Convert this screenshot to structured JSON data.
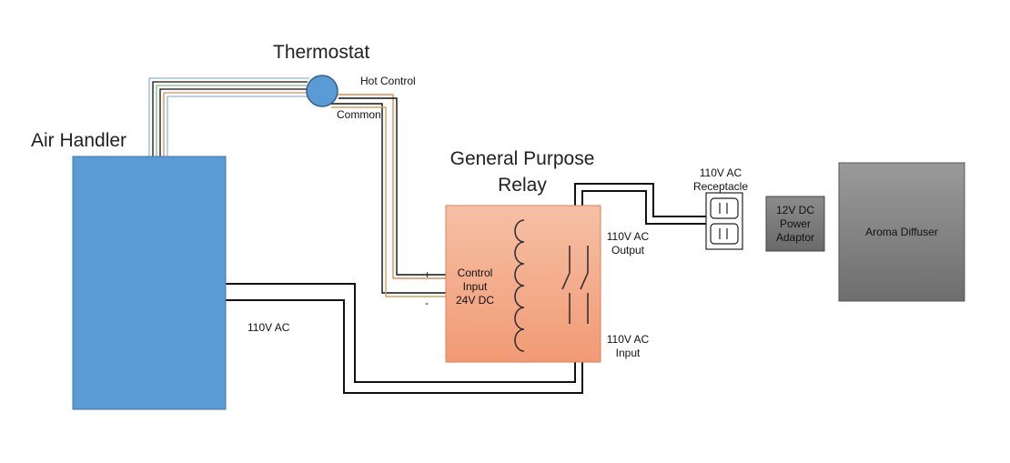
{
  "labels": {
    "thermostat": "Thermostat",
    "hot_control": "Hot Control",
    "common": "Common",
    "air_handler": "Air Handler",
    "relay_title_1": "General Purpose",
    "relay_title_2": "Relay",
    "control_input_1": "Control",
    "control_input_2": "Input",
    "control_input_3": "24V DC",
    "plus": "+",
    "minus": "-",
    "ac_output_1": "110V AC",
    "ac_output_2": "Output",
    "ac_input_1": "110V AC",
    "ac_input_2": "Input",
    "ac_left": "110V AC",
    "receptacle_1": "110V AC",
    "receptacle_2": "Receptacle",
    "adaptor_1": "12V DC",
    "adaptor_2": "Power",
    "adaptor_3": "Adaptor",
    "diffuser": "Aroma Diffuser"
  },
  "colors": {
    "air_handler": "#5b9bd5",
    "thermostat": "#5b9bd5",
    "relay": "#f4a886",
    "adaptor": "#7f7f7f",
    "diffuser": "#8a8a8a",
    "wire": "#111111",
    "wire_orange": "#e8894a",
    "wire_blue": "#8fb6e0",
    "wire_green": "#7fbf7f"
  }
}
